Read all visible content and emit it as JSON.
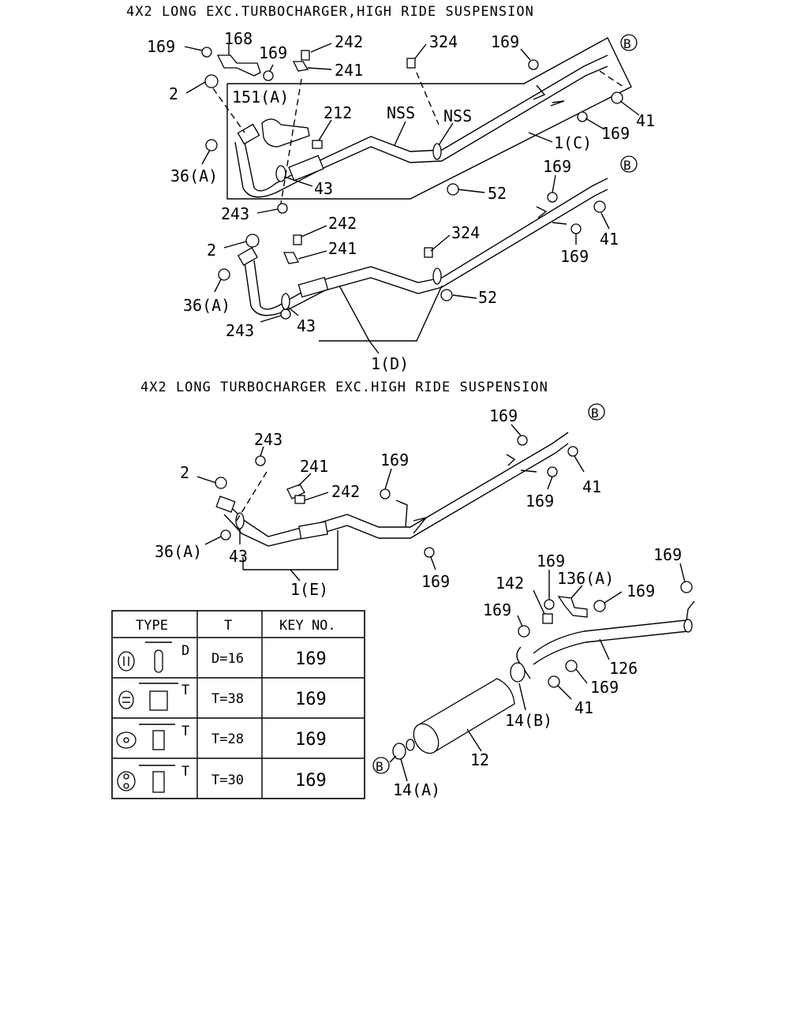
{
  "headers": {
    "top": "4X2 LONG EXC.TURBOCHARGER,HIGH RIDE SUSPENSION",
    "middle": "4X2 LONG TURBOCHARGER EXC.HIGH RIDE SUSPENSION"
  },
  "callouts": {
    "t1_169a": "169",
    "t1_168": "168",
    "t1_169b": "169",
    "t1_242": "242",
    "t1_241": "241",
    "t1_324": "324",
    "t1_169c": "169",
    "t1_2": "2",
    "t1_151a": "151(A)",
    "t1_212": "212",
    "t1_nss1": "NSS",
    "t1_nss2": "NSS",
    "t1_41": "41",
    "t1_169d": "169",
    "t1_1c": "1(C)",
    "t1_36a": "36(A)",
    "t1_43": "43",
    "t1_52": "52",
    "t1_243": "243",
    "t2_169a": "169",
    "t2_242": "242",
    "t2_241": "241",
    "t2_324": "324",
    "t2_2": "2",
    "t2_41": "41",
    "t2_169b": "169",
    "t2_36a": "36(A)",
    "t2_52": "52",
    "t2_243": "243",
    "t2_43": "43",
    "t2_1d": "1(D)",
    "m_169a": "169",
    "m_243": "243",
    "m_169b": "169",
    "m_241": "241",
    "m_2": "2",
    "m_242": "242",
    "m_41": "41",
    "m_169c": "169",
    "m_36a": "36(A)",
    "m_43": "43",
    "m_1e": "1(E)",
    "m_169d": "169",
    "b_169a": "169",
    "b_136a": "136(A)",
    "b_142": "142",
    "b_169b": "169",
    "b_169c": "169",
    "b_169d": "169",
    "b_126": "126",
    "b_169e": "169",
    "b_41": "41",
    "b_14b": "14(B)",
    "b_12": "12",
    "b_14a": "14(A)",
    "ref_b": "B"
  },
  "table": {
    "headers": [
      "TYPE",
      "T",
      "KEY NO."
    ],
    "rows": [
      {
        "dim_letter": "D",
        "spec": "D=16",
        "key": "169"
      },
      {
        "dim_letter": "T",
        "spec": "T=38",
        "key": "169"
      },
      {
        "dim_letter": "T",
        "spec": "T=28",
        "key": "169"
      },
      {
        "dim_letter": "T",
        "spec": "T=30",
        "key": "169"
      }
    ]
  }
}
